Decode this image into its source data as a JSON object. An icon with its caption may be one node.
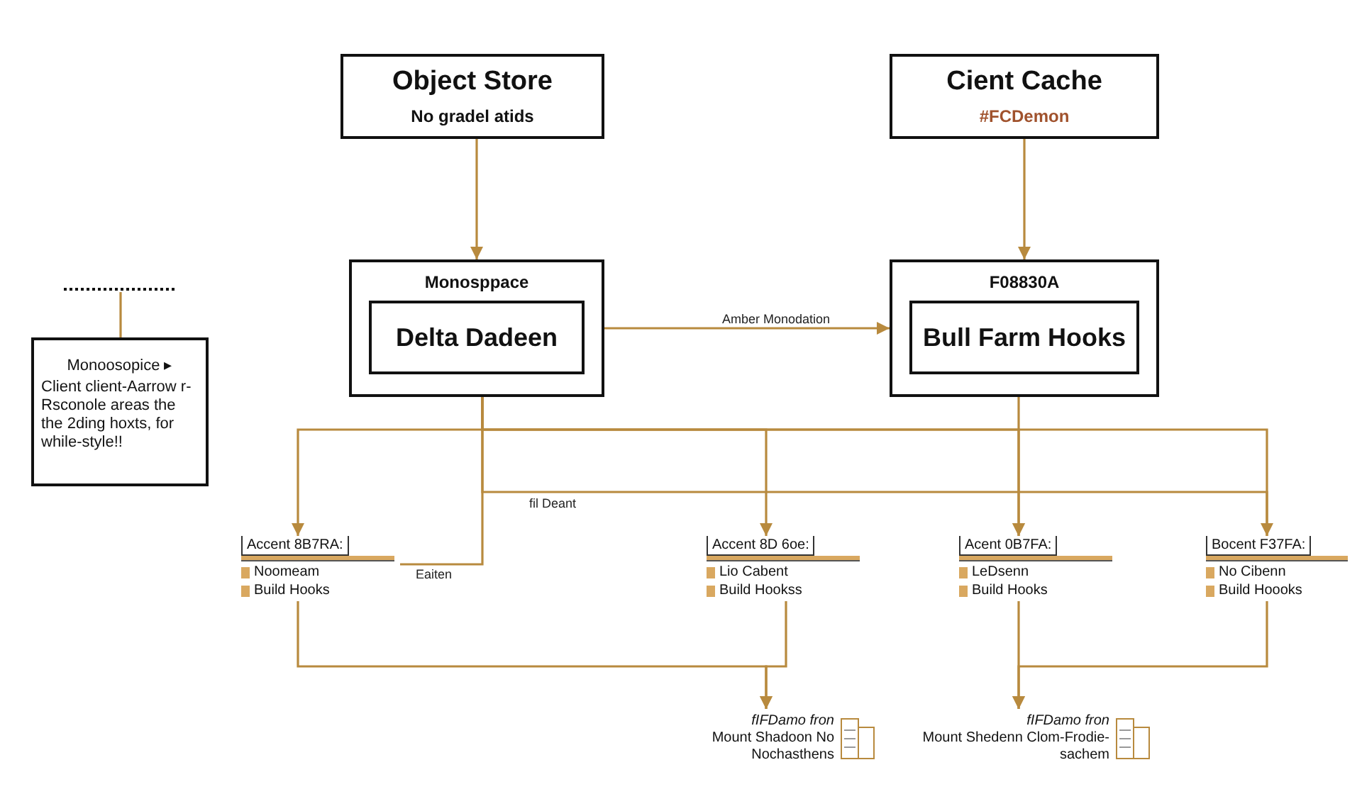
{
  "diagram": {
    "nodes": [
      {
        "text": [
          "Object Store",
          "No gradel atids"
        ]
      },
      {
        "text": [
          "Cient Cache",
          "#FCDemon"
        ]
      },
      {
        "text": [
          "Monosppace"
        ]
      },
      {
        "text": [
          "Delta Dadeen"
        ],
        "in": 2
      },
      {
        "text": [
          "F08830A"
        ]
      },
      {
        "text": [
          "Bull Farm Hooks"
        ],
        "in": 4
      },
      {
        "text": [],
        "shape": "bar"
      },
      {
        "text": [
          "Monoosopice ▸",
          "Client client-Aarrow r-Rsconole areas the the 2ding hoxts, for while-style!!"
        ]
      },
      {
        "text": [
          "Accent 8B7RA:",
          "Noomeam",
          "Build Hooks"
        ]
      },
      {
        "text": [
          "Accent 8D 6oe:",
          "Lio Cabent",
          "Build Hookss"
        ]
      },
      {
        "text": [
          "Acent 0B7FA:",
          "LeDsenn",
          "Build Hooks"
        ]
      },
      {
        "text": [
          "Bocent F37FA:",
          "No Cibenn",
          "Build Hoooks"
        ]
      },
      {
        "text": [
          "fIFDamo fron",
          "Mount Shadoon No Nochasthens"
        ]
      },
      {
        "text": [
          "fIFDamo fron",
          "Mount Shedenn Clom-Frodie-sachem"
        ]
      }
    ],
    "edges": [
      {
        "from": 0,
        "to": 2,
        "arrow": "to"
      },
      {
        "from": 1,
        "to": 4,
        "arrow": "to"
      },
      {
        "from": 2,
        "to": 4,
        "arrow": "to",
        "label": "Amber Monodation"
      },
      {
        "from": 2,
        "to": 8,
        "arrow": "to"
      },
      {
        "from": 2,
        "to": 9,
        "arrow": "to"
      },
      {
        "from": 2,
        "to": 10,
        "arrow": "to"
      },
      {
        "from": 2,
        "to": 11,
        "arrow": "to"
      },
      {
        "from": 4,
        "to": 10,
        "arrow": "to"
      },
      {
        "from": 2,
        "to": 8,
        "arrow": "none",
        "label": "Eaiten"
      },
      {
        "from": 2,
        "to": 11,
        "arrow": "none",
        "label": "fil Deant"
      },
      {
        "from": 8,
        "to": 12,
        "arrow": "to"
      },
      {
        "from": 9,
        "to": 12,
        "arrow": "to"
      },
      {
        "from": 10,
        "to": 13,
        "arrow": "to"
      },
      {
        "from": 11,
        "to": 13,
        "arrow": "to"
      },
      {
        "from": 7,
        "to": 6,
        "arrow": "none"
      }
    ]
  }
}
